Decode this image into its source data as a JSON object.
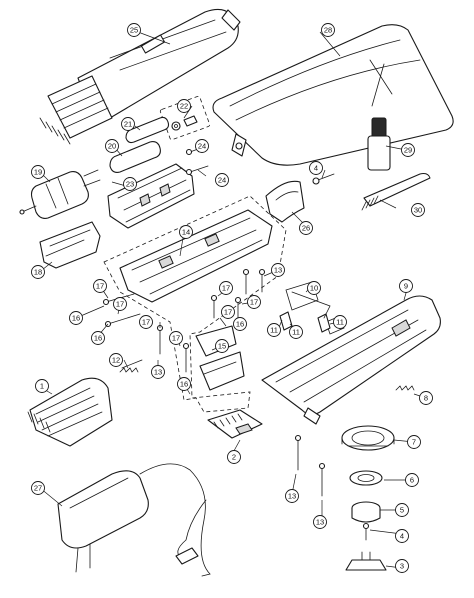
{
  "callouts": {
    "c1": "1",
    "c2": "2",
    "c3": "3",
    "c4a": "4",
    "c4b": "4",
    "c5": "5",
    "c6": "6",
    "c7": "7",
    "c8": "8",
    "c9": "9",
    "c10": "10",
    "c11a": "11",
    "c11b": "11",
    "c11c": "11",
    "c12": "12",
    "c13a": "13",
    "c13b": "13",
    "c13c": "13",
    "c13d": "13",
    "c14": "14",
    "c15": "15",
    "c16a": "16",
    "c16b": "16",
    "c16c": "16",
    "c16d": "16",
    "c17a": "17",
    "c17b": "17",
    "c17c": "17",
    "c17d": "17",
    "c17e": "17",
    "c17f": "17",
    "c17g": "17",
    "c18": "18",
    "c19": "19",
    "c20": "20",
    "c21": "21",
    "c22": "22",
    "c23": "23",
    "c24a": "24",
    "c24b": "24",
    "c25": "25",
    "c26": "26",
    "c27": "27",
    "c28": "28",
    "c29": "29",
    "c30": "30"
  }
}
